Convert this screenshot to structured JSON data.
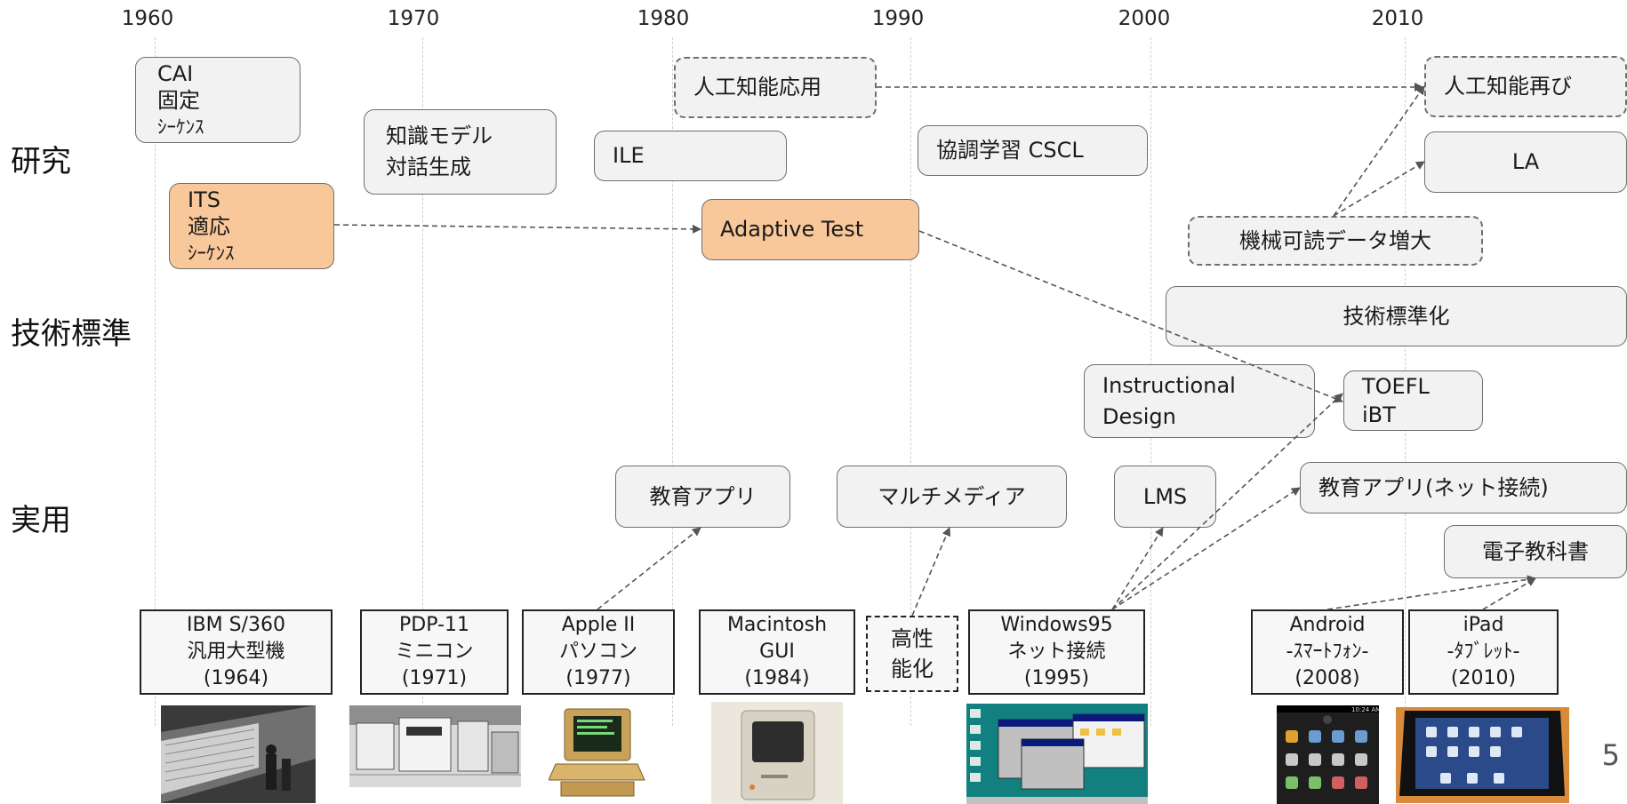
{
  "years": [
    "1960",
    "1970",
    "1980",
    "1990",
    "2000",
    "2010"
  ],
  "rows": {
    "research": "研究",
    "standards": "技術標準",
    "practice": "実用"
  },
  "research": {
    "cai": [
      "CAI",
      "固定",
      "ｼｰｹﾝｽ"
    ],
    "ai_app": "人工知能応用",
    "ai_again": "人工知能再び",
    "knowledge": [
      "知識モデル",
      "対話生成"
    ],
    "ile": "ILE",
    "cscl": "協調学習 CSCL",
    "la": "LA",
    "its": [
      "ITS",
      "適応",
      "ｼｰｹﾝｽ"
    ],
    "adaptive": "Adaptive Test",
    "mrdata": "機械可読データ増大"
  },
  "standards": {
    "standardization": "技術標準化",
    "id": [
      "Instructional",
      "Design"
    ],
    "toefl": [
      "TOEFL",
      "iBT"
    ]
  },
  "practice": {
    "edu_app": "教育アプリ",
    "multimedia": "マルチメディア",
    "lms": "LMS",
    "edu_app_net": "教育アプリ(ネット接続)",
    "textbook": "電子教科書"
  },
  "machines": {
    "ibm": [
      "IBM S/360",
      "汎用大型機",
      "(1964)"
    ],
    "pdp": [
      "PDP-11",
      "ミニコン",
      "(1971)"
    ],
    "apple": [
      "Apple II",
      "パソコン",
      "(1977)"
    ],
    "mac": [
      "Macintosh",
      "GUI",
      "(1984)"
    ],
    "perf": [
      "高性",
      "能化"
    ],
    "win": [
      "Windows95",
      "ネット接続",
      "(1995)"
    ],
    "android": [
      "Android",
      "-ｽﾏｰﾄﾌｫﾝ-",
      "(2008)"
    ],
    "ipad": [
      "iPad",
      "-ﾀﾌﾞﾚｯﾄ-",
      "(2010)"
    ]
  },
  "photos": {
    "android_status_time": "10:24 AM"
  },
  "page_number": "5",
  "colors": {
    "box_fill": "#f2f2f2",
    "highlight_fill": "#f8c89a",
    "border": "#6f6f6f",
    "arrow": "#555555",
    "grid": "#cfcfcf"
  }
}
